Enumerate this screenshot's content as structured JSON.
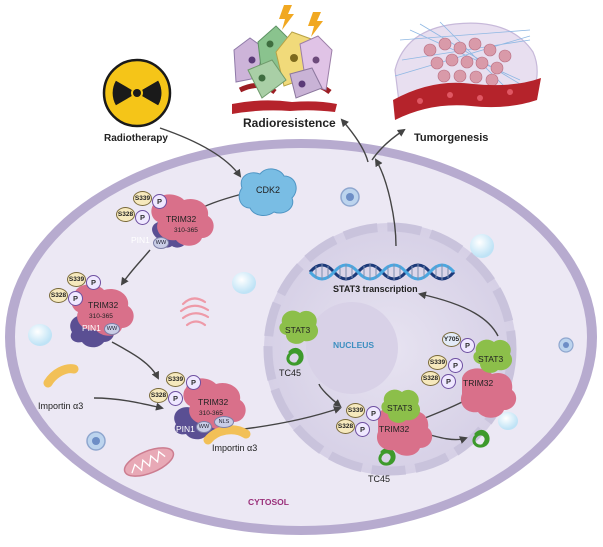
{
  "labels": {
    "radiotherapy": "Radiotherapy",
    "radioresistence": "Radioresistence",
    "tumorgenesis": "Tumorgenesis",
    "cdk2": "CDK2",
    "nucleus": "NUCLEUS",
    "cytosol": "CYTOSOL",
    "stat3_transcription": "STAT3 transcription",
    "importin": "Importin α3",
    "importin_2": "Importin α3",
    "tc45_1": "TC45",
    "tc45_2": "TC45"
  },
  "proteins": {
    "trim32": "TRIM32",
    "stat3": "STAT3",
    "pin1": "PIN1",
    "ww": "WW",
    "nls": "NLS",
    "domain_range": "310-365",
    "s339": "S339",
    "s328": "S328",
    "y705": "Y705",
    "p": "P"
  },
  "colors": {
    "cell_membrane": "#b7abcf",
    "cytoplasm": "#ece8f4",
    "nucleus_fill": "#ddd8ea",
    "trim32": "#d9708a",
    "stat3": "#8cbf4a",
    "pin1": "#5a4f93",
    "cdk2": "#79bde4",
    "importin": "#f2c057",
    "tc45": "#3d9a2b",
    "dna_dark": "#1c3a7a",
    "dna_light": "#4aa7e0",
    "nucleus_label": "#3e8fc0",
    "cytosol_label": "#9a2f7a",
    "trefoil": "#f5c518",
    "lightning": "#f1a821"
  },
  "icons": [
    "radiation-icon",
    "lightning-icon",
    "tumor-tissue-image",
    "tumor-vessel-image",
    "mitochondria-icon",
    "golgi-icon",
    "vesicle-icon"
  ]
}
